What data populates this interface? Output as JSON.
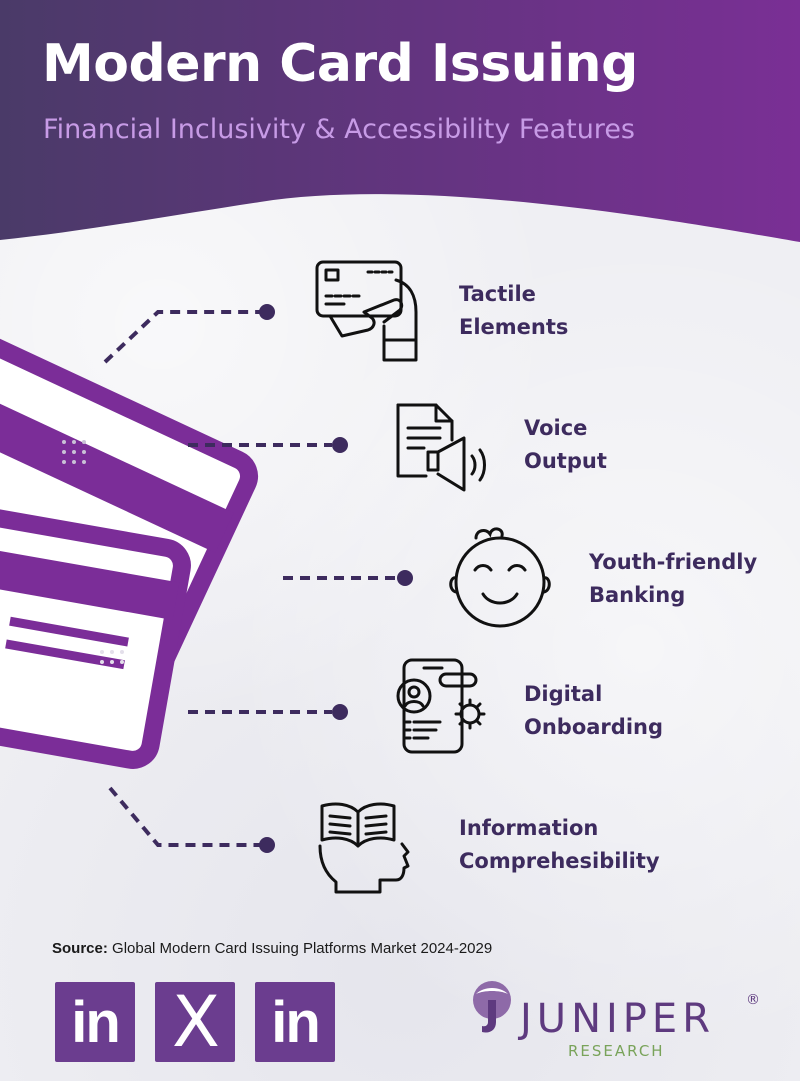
{
  "header": {
    "title": "Modern Card Issuing",
    "subtitle": "Financial Inclusivity & Accessibility Features"
  },
  "features": [
    {
      "line1": "Tactile",
      "line2": "Elements",
      "icon": "card-touch-icon"
    },
    {
      "line1": "Voice",
      "line2": "Output",
      "icon": "document-speaker-icon"
    },
    {
      "line1": "Youth-friendly",
      "line2": "Banking",
      "icon": "baby-face-icon"
    },
    {
      "line1": "Digital",
      "line2": "Onboarding",
      "icon": "phone-profile-gear-icon"
    },
    {
      "line1": "Information",
      "line2": "Comprehesibility",
      "icon": "book-head-icon"
    }
  ],
  "source": {
    "label": "Source:",
    "text": " Global Modern Card Issuing Platforms Market 2024-2029"
  },
  "social": [
    {
      "label": "in",
      "icon": "linkedin-icon"
    },
    {
      "label": "X",
      "icon": "x-icon"
    },
    {
      "label": "in",
      "icon": "linkedin-icon"
    }
  ],
  "brand": {
    "name": "JUNIPER",
    "reg": "®",
    "sub": "RESEARCH"
  },
  "colors": {
    "header_start": "#4a3a68",
    "header_end": "#7a2f95",
    "card_purple": "#7b2d98",
    "text_dark": "#3d2b5e",
    "brand_purple": "#5e3a7f",
    "brand_green": "#79a35a",
    "subtitle": "#c79be6"
  }
}
